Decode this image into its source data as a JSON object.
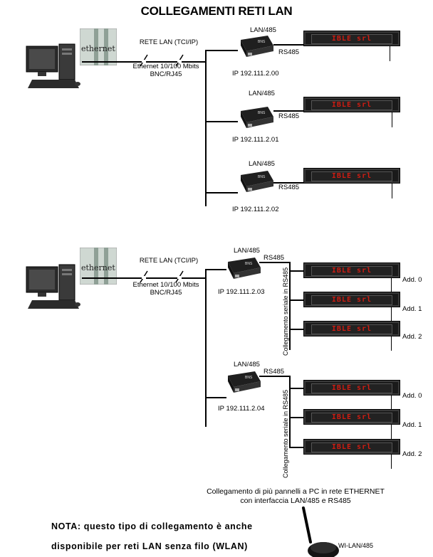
{
  "title": "COLLEGAMENTI RETI LAN",
  "labels": {
    "rete_lan": "RETE LAN (TCI/IP)",
    "ethernet_speed": "Ethernet 10/100 Mbits",
    "connector": "BNC/RJ45",
    "lan485": "LAN/485",
    "rs485": "RS485",
    "seriale": "Collegamento seriale in RS485",
    "eth_logo": "ethernet",
    "converter_brand": "BNS"
  },
  "panel_text": "IBLE srl",
  "diagram1": {
    "ips": [
      "IP 192.111.2.00",
      "IP 192.111.2.01",
      "IP 192.111.2.02"
    ]
  },
  "diagram2": {
    "ips": [
      "IP 192.111.2.03",
      "IP 192.111.2.04"
    ],
    "addresses": [
      "Add. 0",
      "Add. 1",
      "Add. 2"
    ]
  },
  "caption": {
    "line1": "Collegamento di più pannelli a PC in rete ETHERNET",
    "line2": "con interfaccia LAN/485 e RS485"
  },
  "note": {
    "line1": "NOTA: questo tipo di collegamento è anche",
    "line2": "disponibile per reti LAN senza filo (WLAN)"
  },
  "wifi_device": "WI-LAN/485"
}
